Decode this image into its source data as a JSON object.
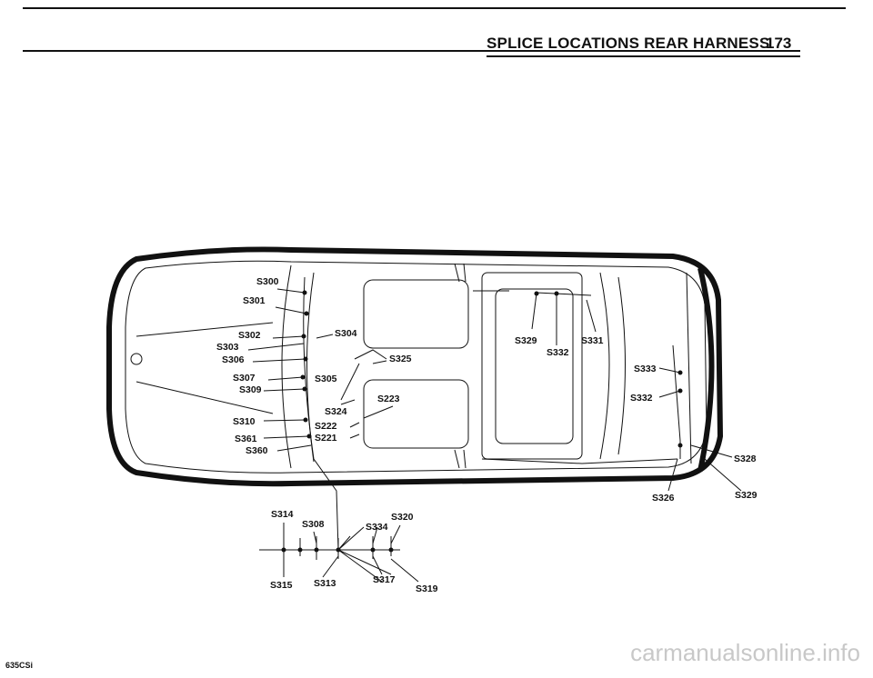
{
  "header": {
    "title": "SPLICE LOCATIONS REAR HARNESS",
    "page_number": "173"
  },
  "footer": {
    "model": "635CSi",
    "watermark": "carmanualsonline.info"
  },
  "labels": {
    "s300": "S300",
    "s301": "S301",
    "s302": "S302",
    "s303": "S303",
    "s304": "S304",
    "s305": "S305",
    "s306": "S306",
    "s307": "S307",
    "s309": "S309",
    "s310": "S310",
    "s361": "S361",
    "s360": "S360",
    "s324": "S324",
    "s222": "S222",
    "s221": "S221",
    "s325": "S325",
    "s223": "S223",
    "s329a": "S329",
    "s332a": "S332",
    "s331": "S331",
    "s333": "S333",
    "s332b": "S332",
    "s328": "S328",
    "s326": "S326",
    "s329b": "S329",
    "s314": "S314",
    "s308": "S308",
    "s334": "S334",
    "s320": "S320",
    "s315": "S315",
    "s313": "S313",
    "s317": "S317",
    "s319": "S319"
  }
}
